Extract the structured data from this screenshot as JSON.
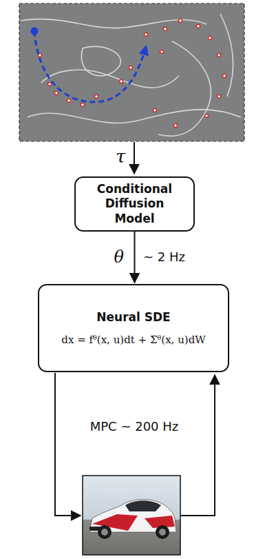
{
  "diagram": {
    "nodes": [
      {
        "text": [
          "Conditional Diffusion Model"
        ]
      },
      {
        "text": [
          "Neural SDE",
          "dx = fᶿ(x, u)dt + Σᶿ(x, u)dW"
        ]
      }
    ],
    "edges": [
      {
        "from": 0,
        "to": 1,
        "arrow": "to",
        "label": "θ"
      }
    ],
    "labels": [
      "τ",
      "~ 2 Hz",
      "MPC ~ 200 Hz"
    ]
  }
}
